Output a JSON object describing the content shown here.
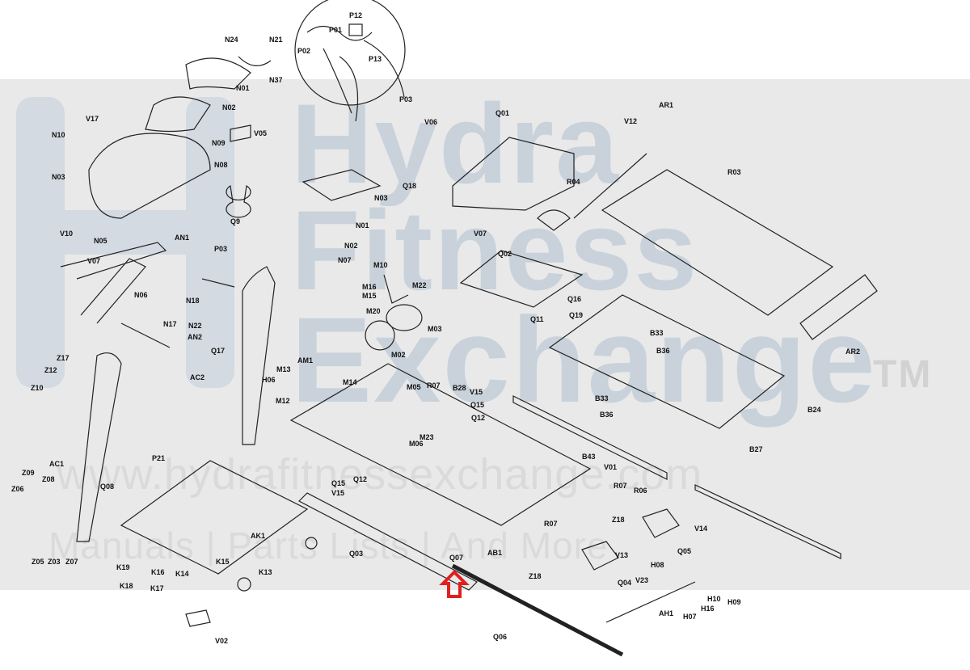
{
  "watermark": {
    "line1": "Hydra",
    "line2": "Fitness",
    "line3": "Exchange",
    "trademark": "TM",
    "url": "www.hydrafitnessexchange.com",
    "tagline": "Manuals | Parts Lists | And More",
    "color": "#c9d2db"
  },
  "highlight_color": "#e02020",
  "part_labels": {
    "n24": "N24",
    "n21": "N21",
    "n37": "N37",
    "n01": "N01",
    "n02": "N02",
    "p12": "P12",
    "p01": "P01",
    "p02": "P02",
    "p13": "P13",
    "p03": "P03",
    "v17": "V17",
    "n10": "N10",
    "v05": "V05",
    "n09": "N09",
    "n08": "N08",
    "n03": "N03",
    "q9": "Q9",
    "v10": "V10",
    "n05": "N05",
    "v07a": "V07",
    "an1": "AN1",
    "n06": "N06",
    "p03b": "P03",
    "n18": "N18",
    "n17": "N17",
    "n22": "N22",
    "an2": "AN2",
    "q17": "Q17",
    "v06": "V06",
    "q01": "Q01",
    "v12": "V12",
    "ar1": "AR1",
    "r03": "R03",
    "q18": "Q18",
    "r04": "R04",
    "n03b": "N03",
    "n01b": "N01",
    "n02b": "N02",
    "n07": "N07",
    "v07b": "V07",
    "q02": "Q02",
    "m10": "M10",
    "m16": "M16",
    "m15": "M15",
    "m22": "M22",
    "m20": "M20",
    "m03": "M03",
    "m02": "M02",
    "q16": "Q16",
    "q19": "Q19",
    "q11": "Q11",
    "b33a": "B33",
    "b36a": "B36",
    "ar2": "AR2",
    "z17": "Z17",
    "z12": "Z12",
    "z10": "Z10",
    "ac2": "AC2",
    "h06": "H06",
    "m13": "M13",
    "am1": "AM1",
    "m12": "M12",
    "m14": "M14",
    "m05": "M05",
    "r07a": "R07",
    "b28": "B28",
    "v15a": "V15",
    "q15a": "Q15",
    "q12a": "Q12",
    "m23": "M23",
    "m06": "M06",
    "b33b": "B33",
    "b36b": "B36",
    "b24": "B24",
    "b27": "B27",
    "p21": "P21",
    "ac1": "AC1",
    "z09": "Z09",
    "z08": "Z08",
    "z06": "Z06",
    "q08": "Q08",
    "b43": "B43",
    "v01": "V01",
    "q15b": "Q15",
    "q12b": "Q12",
    "v15b": "V15",
    "r07b": "R07",
    "r06": "R06",
    "r07c": "R07",
    "z18a": "Z18",
    "v14": "V14",
    "q05": "Q05",
    "ak1": "AK1",
    "z05": "Z05",
    "z03": "Z03",
    "z07": "Z07",
    "k19": "K19",
    "k16": "K16",
    "k18": "K18",
    "k17": "K17",
    "k14": "K14",
    "k15": "K15",
    "k13": "K13",
    "q03": "Q03",
    "q07": "Q07",
    "ab1": "AB1",
    "z18b": "Z18",
    "v13": "V13",
    "q04": "Q04",
    "v23": "V23",
    "h08": "H08",
    "h10": "H10",
    "h09": "H09",
    "h16": "H16",
    "h07": "H07",
    "ah1": "AH1",
    "q06": "Q06",
    "v02": "V02"
  }
}
